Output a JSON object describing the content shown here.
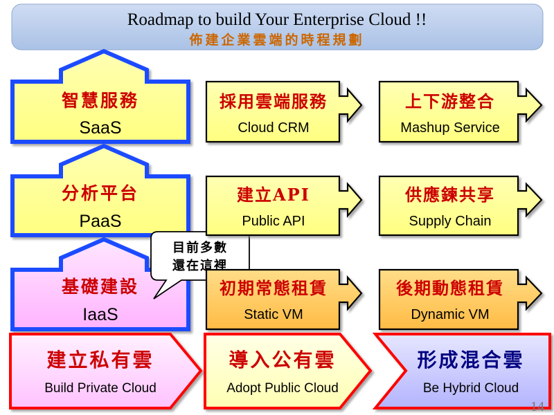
{
  "banner": {
    "title": "Roadmap to build Your Enterprise Cloud !!",
    "subtitle": "佈建企業雲端的時程規劃"
  },
  "layers": [
    {
      "zh": "智慧服務",
      "en": "SaaS"
    },
    {
      "zh": "分析平台",
      "en": "PaaS"
    },
    {
      "zh": "基礎建設",
      "en": "IaaS"
    }
  ],
  "steps": [
    [
      {
        "zh": "採用雲端服務",
        "en": "Cloud CRM"
      },
      {
        "zh": "上下游整合",
        "en": "Mashup Service"
      }
    ],
    [
      {
        "zh": "建立API",
        "en": "Public API"
      },
      {
        "zh": "供應鍊共享",
        "en": "Supply Chain"
      }
    ],
    [
      {
        "zh": "初期常態租賃",
        "en": "Static VM"
      },
      {
        "zh": "後期動態租賃",
        "en": "Dynamic VM"
      }
    ]
  ],
  "callout": {
    "line1": "目前多數",
    "line2": "還在這裡"
  },
  "phases": [
    {
      "zh": "建立私有雲",
      "en": "Build Private Cloud"
    },
    {
      "zh": "導入公有雲",
      "en": "Adopt Public Cloud"
    },
    {
      "zh": "形成混合雲",
      "en": "Be Hybrid Cloud"
    }
  ],
  "page_number": "14",
  "colors": {
    "banner_fill": "#b9cdea",
    "blue_stroke": "#1a4cff",
    "yellow_fill": "#ffff99",
    "pink_fill": "#ffccff",
    "orange_fill": "#ffcc66",
    "red_stroke": "#ff0000",
    "zh_red": "#cc0000",
    "zh_navy": "#000080",
    "phase_light": "#ffffcc",
    "phase_lavender": "#ccccff"
  }
}
